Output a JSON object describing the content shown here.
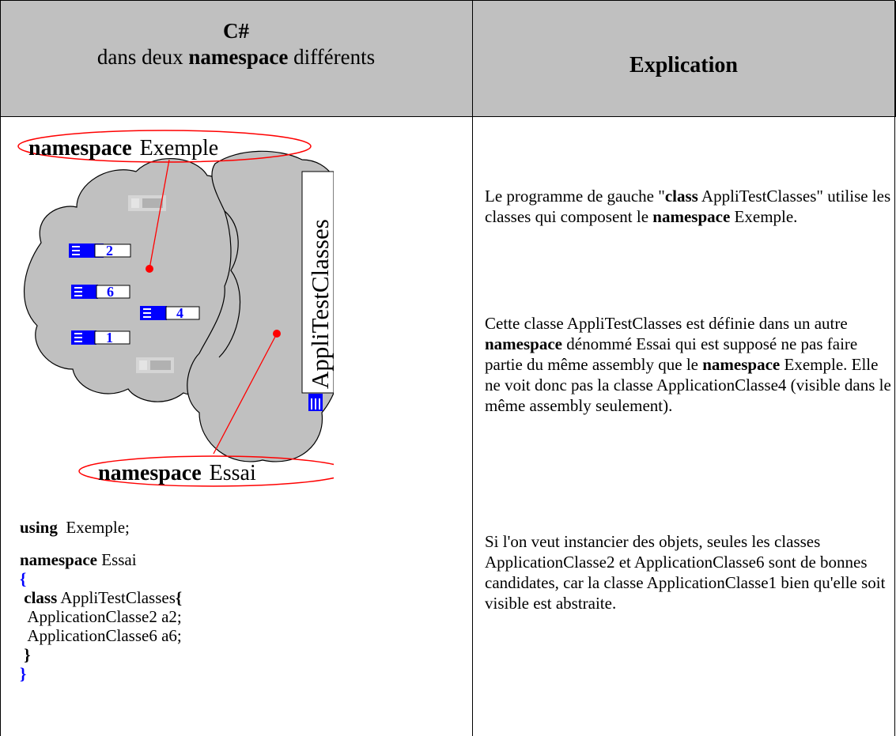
{
  "header": {
    "left_title": "C#",
    "left_subtitle_pre": "dans deux ",
    "left_subtitle_bold": "namespace",
    "left_subtitle_post": " différents",
    "right_title": "Explication"
  },
  "diagram": {
    "top_label_keyword": "namespace",
    "top_label_name": "Exemple",
    "bottom_label_keyword": "namespace",
    "bottom_label_name": "Essai",
    "vertical_class_label": "AppliTestClasses",
    "class_numbers": [
      "2",
      "6",
      "4",
      "1"
    ],
    "colors": {
      "cloud": "#c0c0c0",
      "ellipse": "#ff0000",
      "class_icon": "#0000ff",
      "pointer": "#ff0000"
    }
  },
  "code": {
    "using_keyword": "using",
    "using_rest": "  Exemple;",
    "ns_keyword": "namespace",
    "ns_rest": " Essai",
    "open_brace": "{",
    "class_keyword": "class",
    "class_name": " AppliTestClasses",
    "class_open": "{",
    "field1": "ApplicationClasse2 a2;",
    "field2": "ApplicationClasse6 a6;",
    "class_close": "}",
    "close_brace": "}"
  },
  "explanation": {
    "p1_a": "Le programme de gauche \"",
    "p1_b": "class",
    "p1_c": " AppliTestClasses\" utilise les classes qui composent le ",
    "p1_d": "namespace",
    "p1_e": " Exemple.",
    "p2_a": "Cette classe AppliTestClasses est définie dans un autre ",
    "p2_b": "namespace",
    "p2_c": " dénommé Essai qui est supposé ne pas faire partie du même assembly que le ",
    "p2_d": "namespace",
    "p2_e": " Exemple. Elle ne voit donc pas la classe ApplicationClasse4 (visible dans le même assembly seulement).",
    "p3": "Si l'on veut instancier des objets, seules les classes ApplicationClasse2 et ApplicationClasse6 sont de bonnes candidates, car la classe ApplicationClasse1 bien qu'elle soit visible est abstraite."
  }
}
